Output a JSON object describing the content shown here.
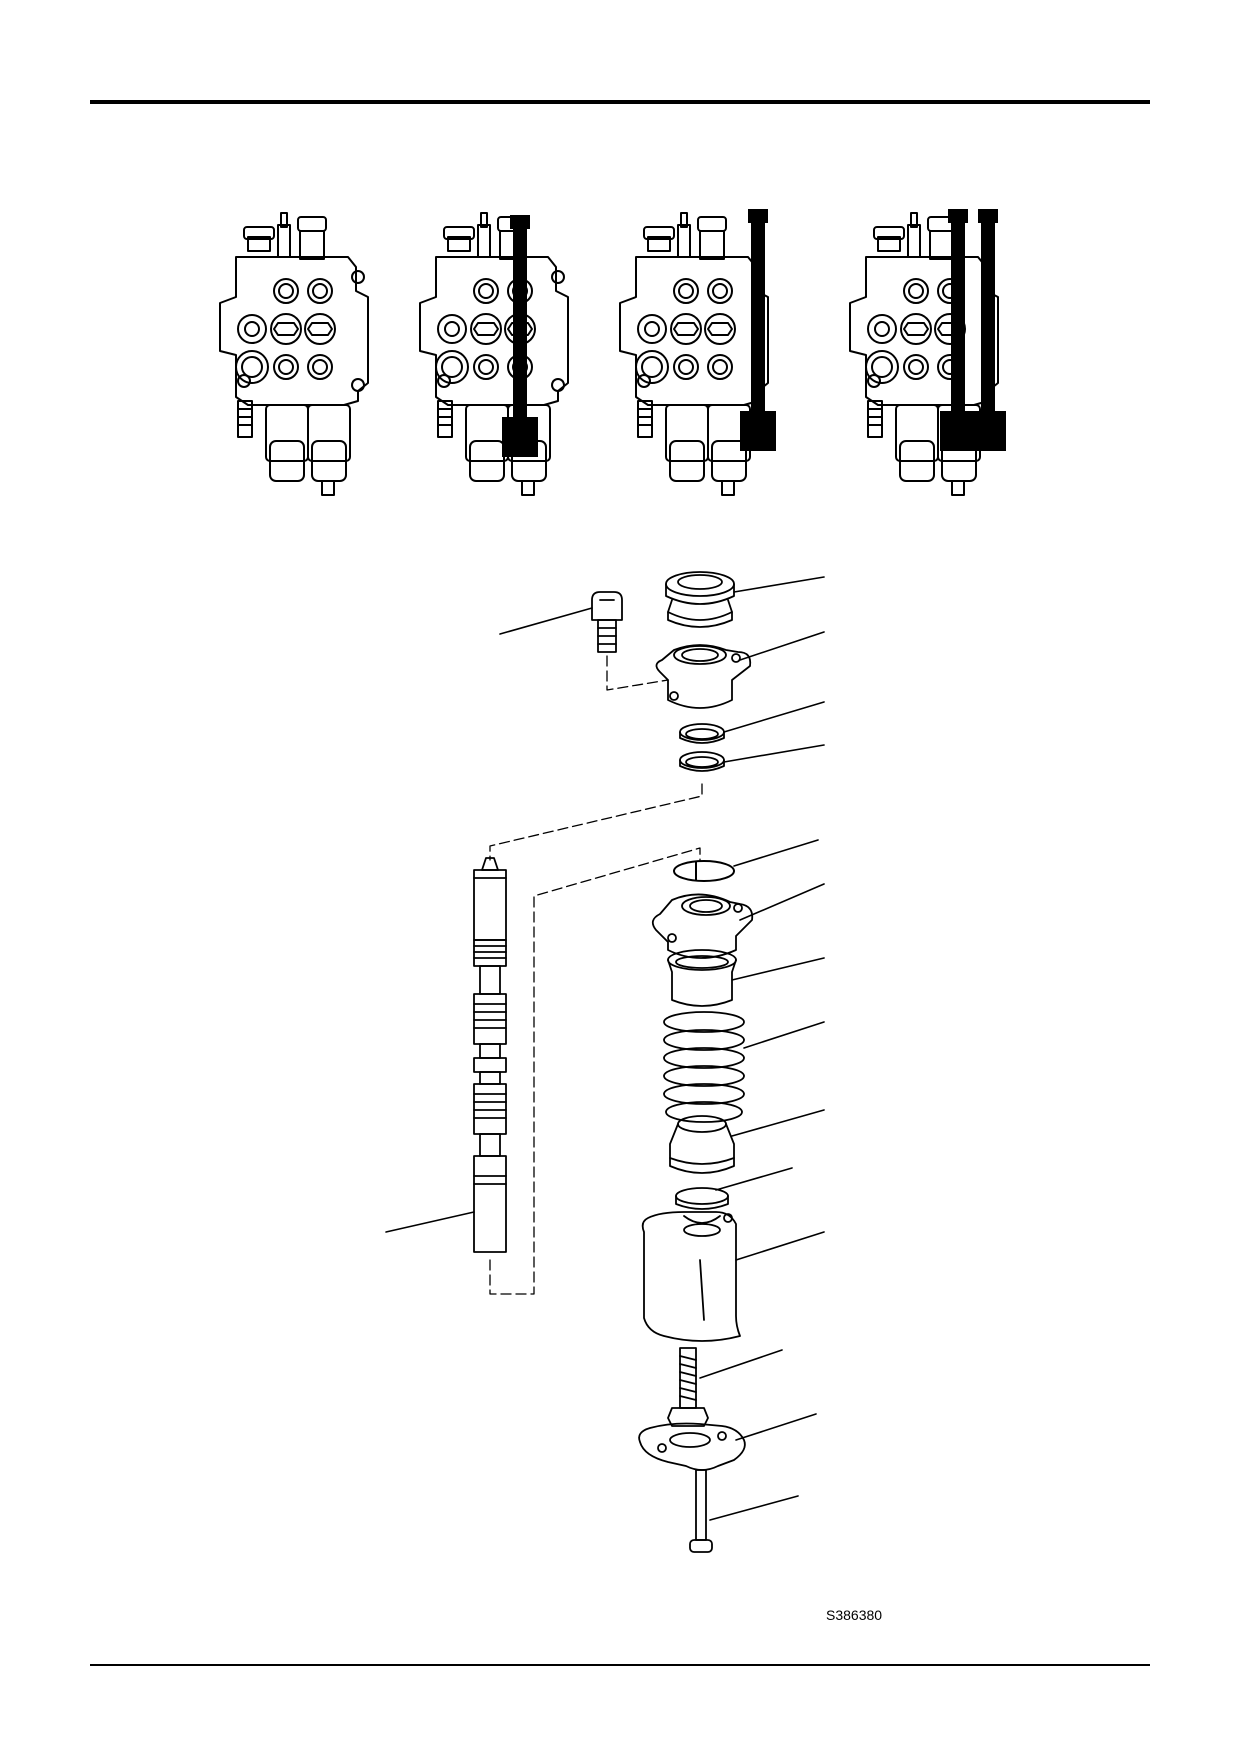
{
  "document": {
    "figure_reference": "S386380"
  },
  "views": {
    "valve_assemblies": [
      {
        "name": "valve-assembly-1",
        "highlighted_sections": 0
      },
      {
        "name": "valve-assembly-2",
        "highlighted_sections": 1
      },
      {
        "name": "valve-assembly-3",
        "highlighted_sections": 1
      },
      {
        "name": "valve-assembly-4",
        "highlighted_sections": 2
      }
    ]
  },
  "colors": {
    "ink": "#000000",
    "paper": "#ffffff",
    "highlight": "#000000"
  }
}
